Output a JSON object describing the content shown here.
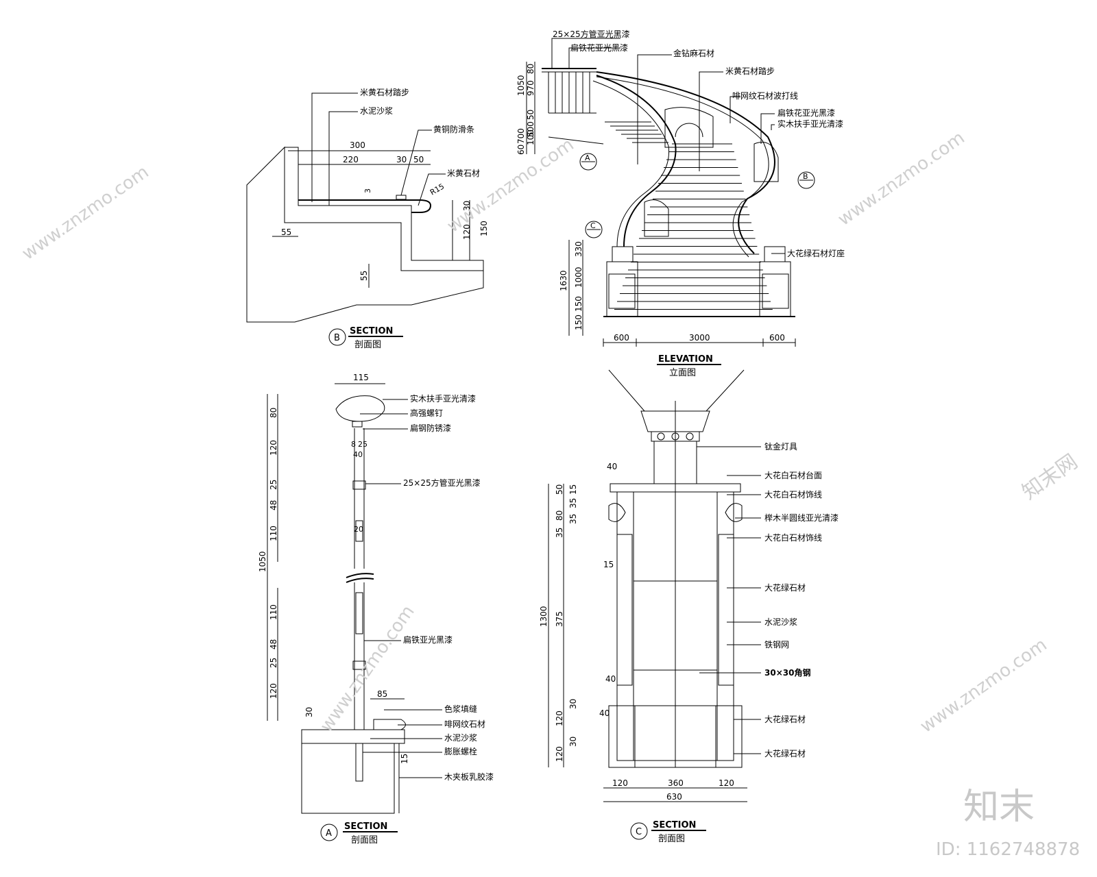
{
  "section_b": {
    "title": "SECTION",
    "subtitle": "剖面图",
    "marker": "B",
    "notes": [
      "米黄石材踏步",
      "水泥沙浆",
      "黄铜防滑条",
      "米黄石材"
    ],
    "dims": [
      "300",
      "220",
      "30",
      "50",
      "R15",
      "30",
      "120",
      "150",
      "55",
      "55",
      "3"
    ]
  },
  "elevation": {
    "title": "ELEVATION",
    "subtitle": "立面图",
    "markers": [
      "A",
      "B",
      "C"
    ],
    "notes": [
      "25×25方管亚光黑漆",
      "扁铁花亚光黑漆",
      "金钻麻石材",
      "米黄石材踏步",
      "啡网纹石材波打线",
      "扁铁花亚光黑漆",
      "实木扶手亚光清漆",
      "大花绿石材灯座"
    ],
    "vdims_top": [
      "80",
      "970",
      "1050",
      "50",
      "500",
      "700",
      "100",
      "60"
    ],
    "vdims_bottom": [
      "330",
      "1000",
      "1630",
      "150",
      "150"
    ],
    "hdims": [
      "600",
      "3000",
      "600"
    ]
  },
  "section_a": {
    "title": "SECTION",
    "subtitle": "剖面图",
    "marker": "A",
    "notes": [
      "实木扶手亚光清漆",
      "高强螺钉",
      "扁钢防锈漆",
      "25×25方管亚光黑漆",
      "扁铁亚光黑漆",
      "色浆填缝",
      "啡网纹石材",
      "水泥沙浆",
      "膨胀螺栓",
      "木夹板乳胶漆"
    ],
    "vdims": [
      "80",
      "120",
      "25",
      "48",
      "110",
      "1050",
      "110",
      "48",
      "25",
      "120"
    ],
    "dims": [
      "115",
      "8",
      "25",
      "40",
      "20",
      "85",
      "30",
      "15"
    ]
  },
  "section_c": {
    "title": "SECTION",
    "subtitle": "剖面图",
    "marker": "C",
    "notes": [
      "钛金灯具",
      "大花白石材台面",
      "大花白石材饰线",
      "榉木半圆线亚光清漆",
      "大花白石材饰线",
      "大花绿石材",
      "水泥沙浆",
      "铁钢网",
      "30×30角钢",
      "大花绿石材",
      "大花绿石材"
    ],
    "vdims": [
      "50",
      "15",
      "35",
      "80",
      "35",
      "35",
      "1300",
      "375",
      "30",
      "120",
      "30",
      "120"
    ],
    "ldims": [
      "40",
      "15",
      "40",
      "40"
    ],
    "hdims": [
      "120",
      "360",
      "120",
      "630"
    ]
  },
  "watermark": {
    "brand": "知末",
    "id": "ID: 1162748878",
    "site": "www.znzmo.com",
    "site_cn": "知末网"
  }
}
